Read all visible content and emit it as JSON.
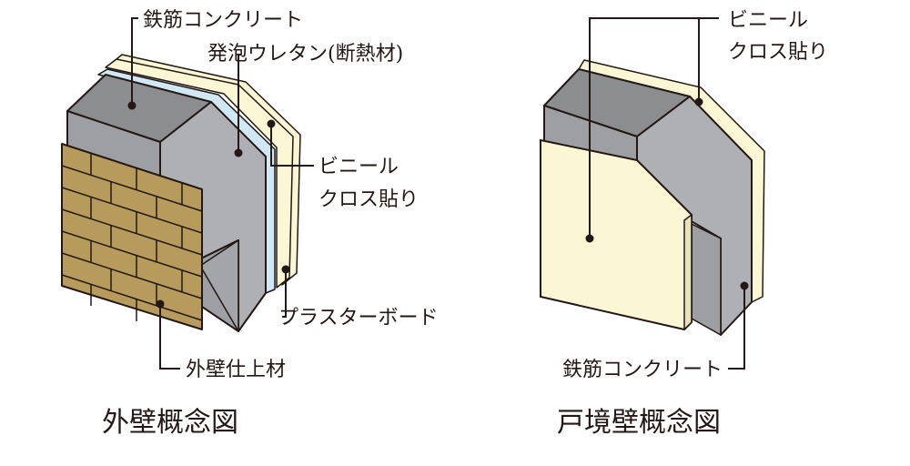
{
  "exterior": {
    "label_rc": "鉄筋コンクリート",
    "label_urethane": "発泡ウレタン(断熱材)",
    "label_vinyl_1": "ビニール",
    "label_vinyl_2": "クロス貼り",
    "label_plaster": "プラスターボード",
    "label_finish": "外壁仕上材",
    "caption": "外壁概念図"
  },
  "partition": {
    "label_vinyl_1": "ビニール",
    "label_vinyl_2": "クロス貼り",
    "label_rc": "鉄筋コンクリート",
    "caption": "戸境壁概念図"
  },
  "colors": {
    "concrete_top": "#8c8d8f",
    "concrete_front": "#9d9fa2",
    "concrete_side": "#aeb0b3",
    "urethane": "#cfe8f4",
    "board": "#fbf6d4",
    "brick": "#b69b5c",
    "outline": "#231815"
  }
}
